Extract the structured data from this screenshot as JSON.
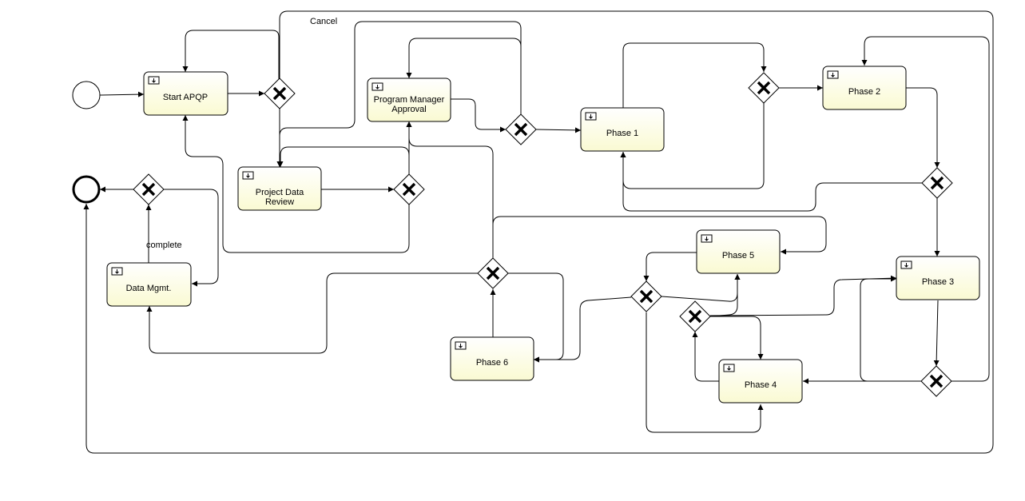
{
  "diagram": {
    "tasks": [
      {
        "id": "start-apqp",
        "label": "Start APQP"
      },
      {
        "id": "program-manager-approval",
        "label": "Program Manager Approval"
      },
      {
        "id": "phase-1",
        "label": "Phase 1"
      },
      {
        "id": "phase-2",
        "label": "Phase 2"
      },
      {
        "id": "project-data-review",
        "label": "Project Data Review"
      },
      {
        "id": "data-mgmt",
        "label": "Data Mgmt."
      },
      {
        "id": "phase-5",
        "label": "Phase 5"
      },
      {
        "id": "phase-3",
        "label": "Phase 3"
      },
      {
        "id": "phase-6",
        "label": "Phase 6"
      },
      {
        "id": "phase-4",
        "label": "Phase 4"
      }
    ],
    "labels": {
      "cancel": "Cancel",
      "complete": "complete"
    },
    "task_icon": "subprocess-icon",
    "gateway_icon": "exclusive-gateway-x-icon",
    "colors": {
      "task_fill_top": "#ffffff",
      "task_fill_bottom": "#fafad2",
      "stroke": "#000000",
      "background": "#ffffff"
    }
  }
}
